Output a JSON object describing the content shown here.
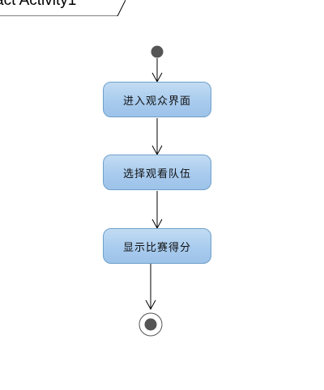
{
  "diagram": {
    "frame_title": "act Activity1",
    "actions": [
      {
        "label": "进入观众界面"
      },
      {
        "label": "选择观看队伍"
      },
      {
        "label": "显示比赛得分"
      }
    ]
  },
  "colors": {
    "action_fill_top": "#c3dcf3",
    "action_fill_bottom": "#9ec3e9",
    "action_border": "#6e9fc9",
    "node_fill": "#555555",
    "line": "#000000"
  }
}
